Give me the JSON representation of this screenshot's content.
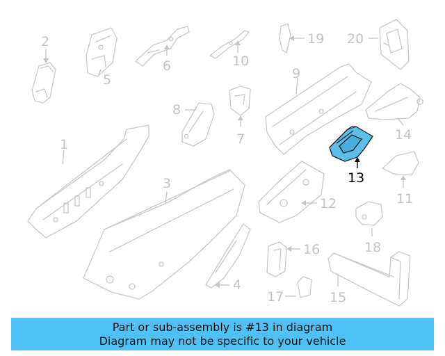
{
  "diagram": {
    "part_labels": [
      "1",
      "2",
      "3",
      "4",
      "5",
      "6",
      "7",
      "8",
      "9",
      "10",
      "11",
      "12",
      "13",
      "14",
      "15",
      "16",
      "17",
      "18",
      "19",
      "20"
    ],
    "highlighted_part": "13"
  },
  "banner": {
    "line1": "Part or sub-assembly is #13 in diagram",
    "line2": "Diagram may not be specific to your vehicle"
  },
  "colors": {
    "banner": "#4fc1f5",
    "highlight_fill": "#5bbfea",
    "part_stroke": "#c9c9c9"
  }
}
